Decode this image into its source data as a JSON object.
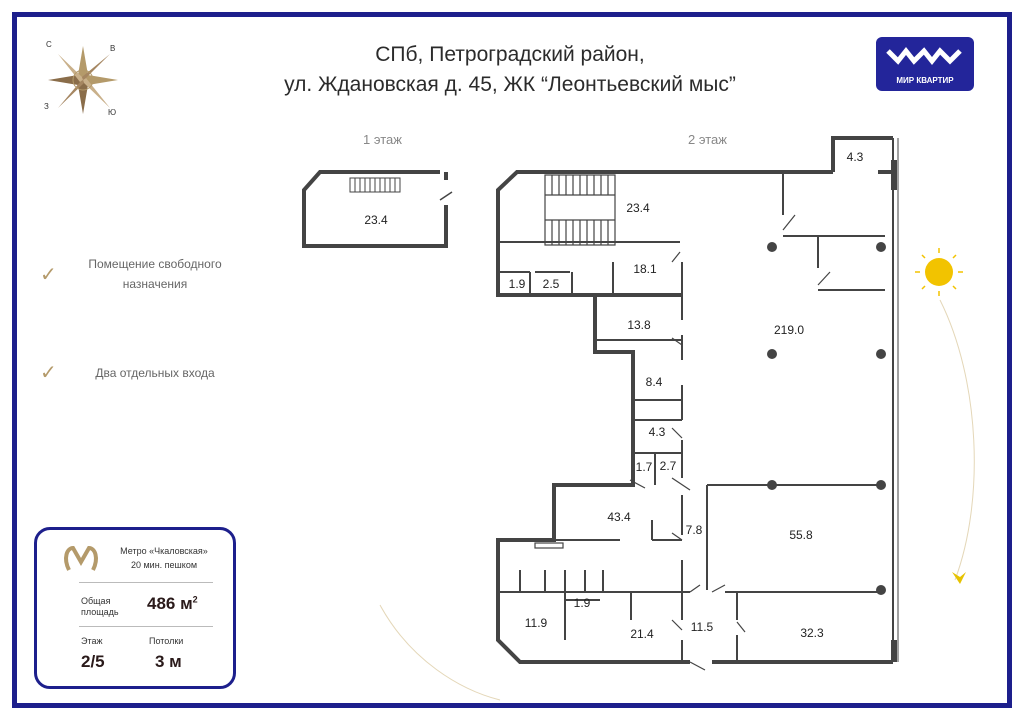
{
  "title": {
    "line1": "СПб, Петроградский район,",
    "line2": "ул. Ждановская д. 45, ЖК “Леонтьевский мыс”"
  },
  "logo": {
    "text": "МИР КВАРТИР"
  },
  "compass": {
    "n": "С",
    "e": "В",
    "s": "Ю",
    "w": "З"
  },
  "features": [
    {
      "label": "Помещение свободного назначения"
    },
    {
      "label": "Два отдельных входа"
    }
  ],
  "card": {
    "metro": "Метро «Чкаловская»",
    "walk": "20 мин. пешком",
    "area_label": "Общая площадь",
    "area_value": "486 м",
    "area_unit_sup": "2",
    "floor_label": "Этаж",
    "floor_value": "2/5",
    "ceiling_label": "Потолки",
    "ceiling_value": "3 м"
  },
  "floors": {
    "first": "1 этаж",
    "second": "2 этаж"
  },
  "rooms": {
    "f1_stair": "23.4",
    "stair": "23.4",
    "r43top": "4.3",
    "r181": "18.1",
    "r19a": "1.9",
    "r25": "2.5",
    "r138": "13.8",
    "main": "219.0",
    "r84": "8.4",
    "r43": "4.3",
    "r17": "1.7",
    "r27": "2.7",
    "r434": "43.4",
    "r78": "7.8",
    "r558": "55.8",
    "r119": "11.9",
    "r19b": "1.9",
    "r214": "21.4",
    "r115": "11.5",
    "r323": "32.3"
  },
  "colors": {
    "brand": "#1d1f8c",
    "gold": "#b49a6a",
    "wall": "#444444"
  }
}
